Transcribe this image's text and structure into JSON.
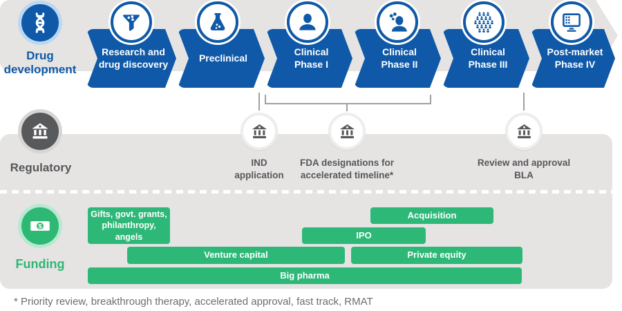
{
  "colors": {
    "blue": "#0f59a8",
    "band_gray": "#e5e4e3",
    "dark_gray": "#58595b",
    "green": "#2db874",
    "bar_green": "#2db878"
  },
  "development": {
    "label": "Drug\ndevelopment",
    "icon": "dna-icon",
    "stages": [
      {
        "label": "Research and\ndrug discovery",
        "icon": "funnel-icon"
      },
      {
        "label": "Preclinical",
        "icon": "flask-icon"
      },
      {
        "label": "Clinical\nPhase I",
        "icon": "person-icon"
      },
      {
        "label": "Clinical\nPhase II",
        "icon": "people-icon"
      },
      {
        "label": "Clinical\nPhase III",
        "icon": "crowd-icon"
      },
      {
        "label": "Post-market\nPhase IV",
        "icon": "monitor-icon"
      }
    ]
  },
  "regulatory": {
    "label": "Regulatory",
    "icon": "bank-icon",
    "milestones": [
      {
        "label": "IND\napplication",
        "icon": "bank-icon"
      },
      {
        "label": "FDA designations for\naccelerated timeline*",
        "icon": "bank-icon"
      },
      {
        "label": "Review and approval\nBLA",
        "icon": "bank-icon"
      }
    ]
  },
  "funding": {
    "label": "Funding",
    "icon": "money-icon",
    "bars": [
      {
        "label": "Gifts, govt. grants,\nphilanthropy,\nangels"
      },
      {
        "label": "Acquisition"
      },
      {
        "label": "IPO"
      },
      {
        "label": "Venture capital"
      },
      {
        "label": "Private equity"
      },
      {
        "label": "Big pharma"
      }
    ]
  },
  "footnote": "* Priority review, breakthrough therapy, accelerated approval, fast track, RMAT"
}
